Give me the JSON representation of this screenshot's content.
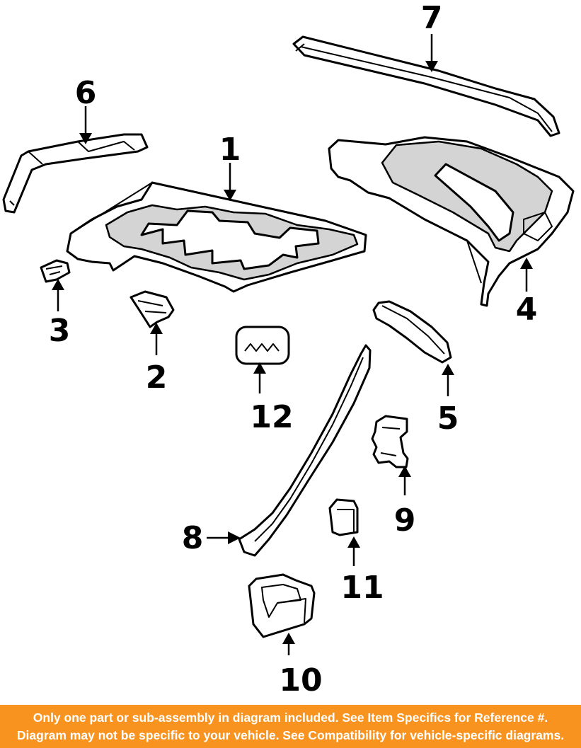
{
  "callouts": {
    "c1": "1",
    "c2": "2",
    "c3": "3",
    "c4": "4",
    "c5": "5",
    "c6": "6",
    "c7": "7",
    "c8": "8",
    "c9": "9",
    "c10": "10",
    "c11": "11",
    "c12": "12"
  },
  "banner": {
    "line1": "Only one part or sub-assembly in diagram included. See Item Specifics for Reference #.",
    "line2": "Diagram may not be specific to your vehicle. See Compatibility for vehicle-specific diagrams.",
    "background_color": "#f7931e",
    "text_color": "#ffffff"
  }
}
